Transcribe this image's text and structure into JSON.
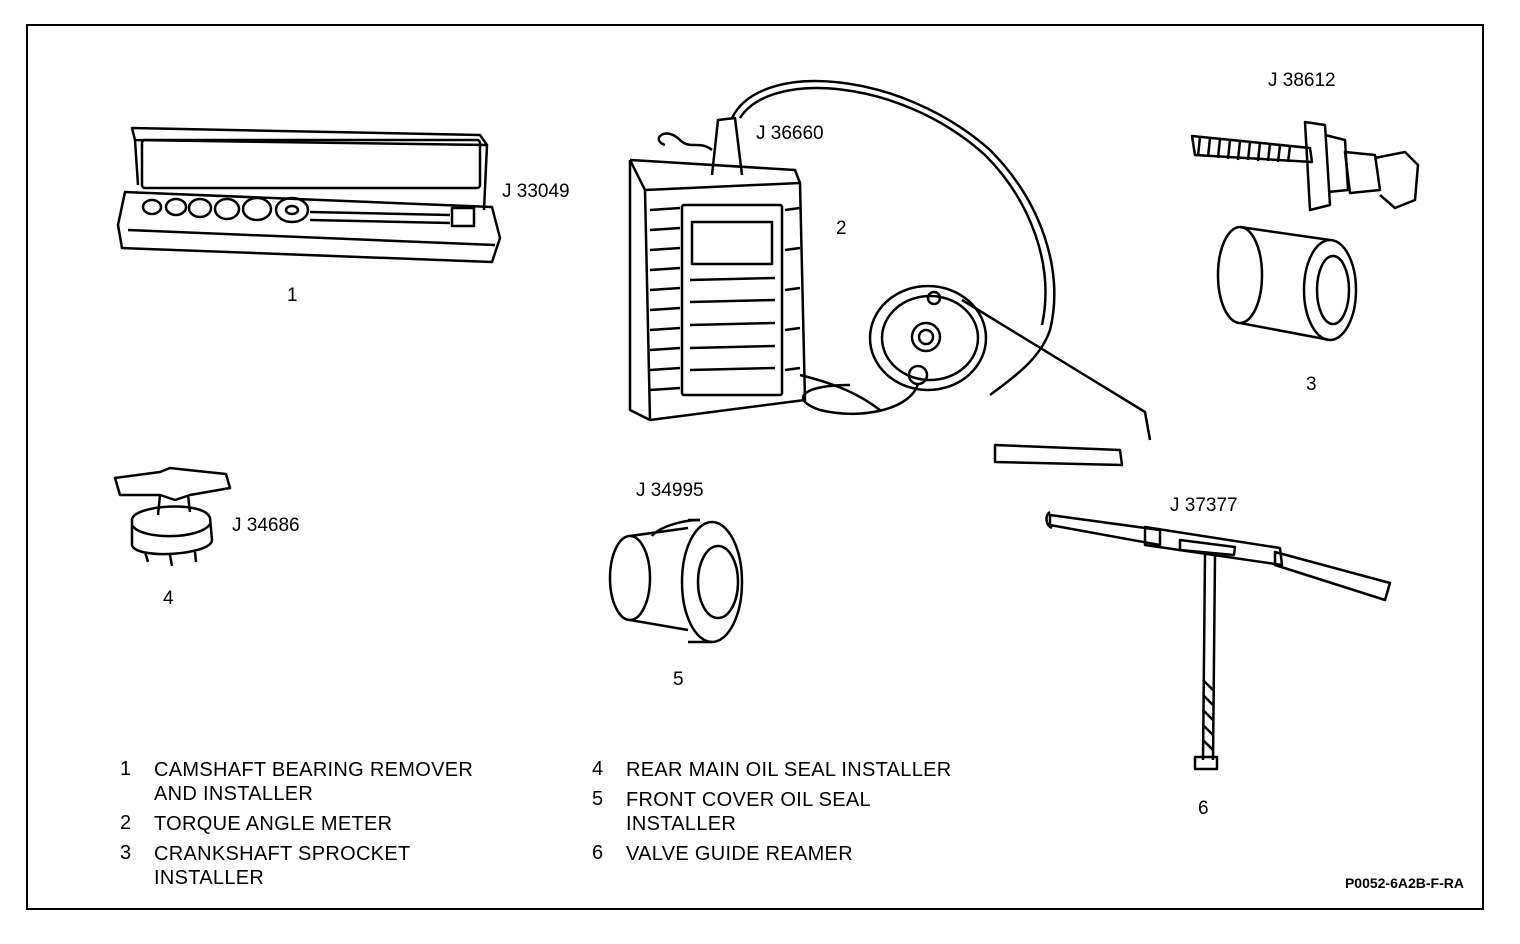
{
  "tools": [
    {
      "number": "1",
      "part": "J 33049"
    },
    {
      "number": "2",
      "part": "J 36660"
    },
    {
      "number": "3",
      "part": "J 38612"
    },
    {
      "number": "4",
      "part": "J 34686"
    },
    {
      "number": "5",
      "part": "J 34995"
    },
    {
      "number": "6",
      "part": "J 37377"
    }
  ],
  "legend": [
    {
      "number": "1",
      "line1": "CAMSHAFT BEARING REMOVER",
      "line2": "AND INSTALLER"
    },
    {
      "number": "2",
      "line1": "TORQUE ANGLE METER",
      "line2": ""
    },
    {
      "number": "3",
      "line1": "CRANKSHAFT SPROCKET",
      "line2": "INSTALLER"
    },
    {
      "number": "4",
      "line1": "REAR MAIN OIL SEAL INSTALLER",
      "line2": ""
    },
    {
      "number": "5",
      "line1": "FRONT COVER OIL SEAL",
      "line2": "INSTALLER"
    },
    {
      "number": "6",
      "line1": "VALVE GUIDE REAMER",
      "line2": ""
    }
  ],
  "figure_code": "P0052-6A2B-F-RA"
}
